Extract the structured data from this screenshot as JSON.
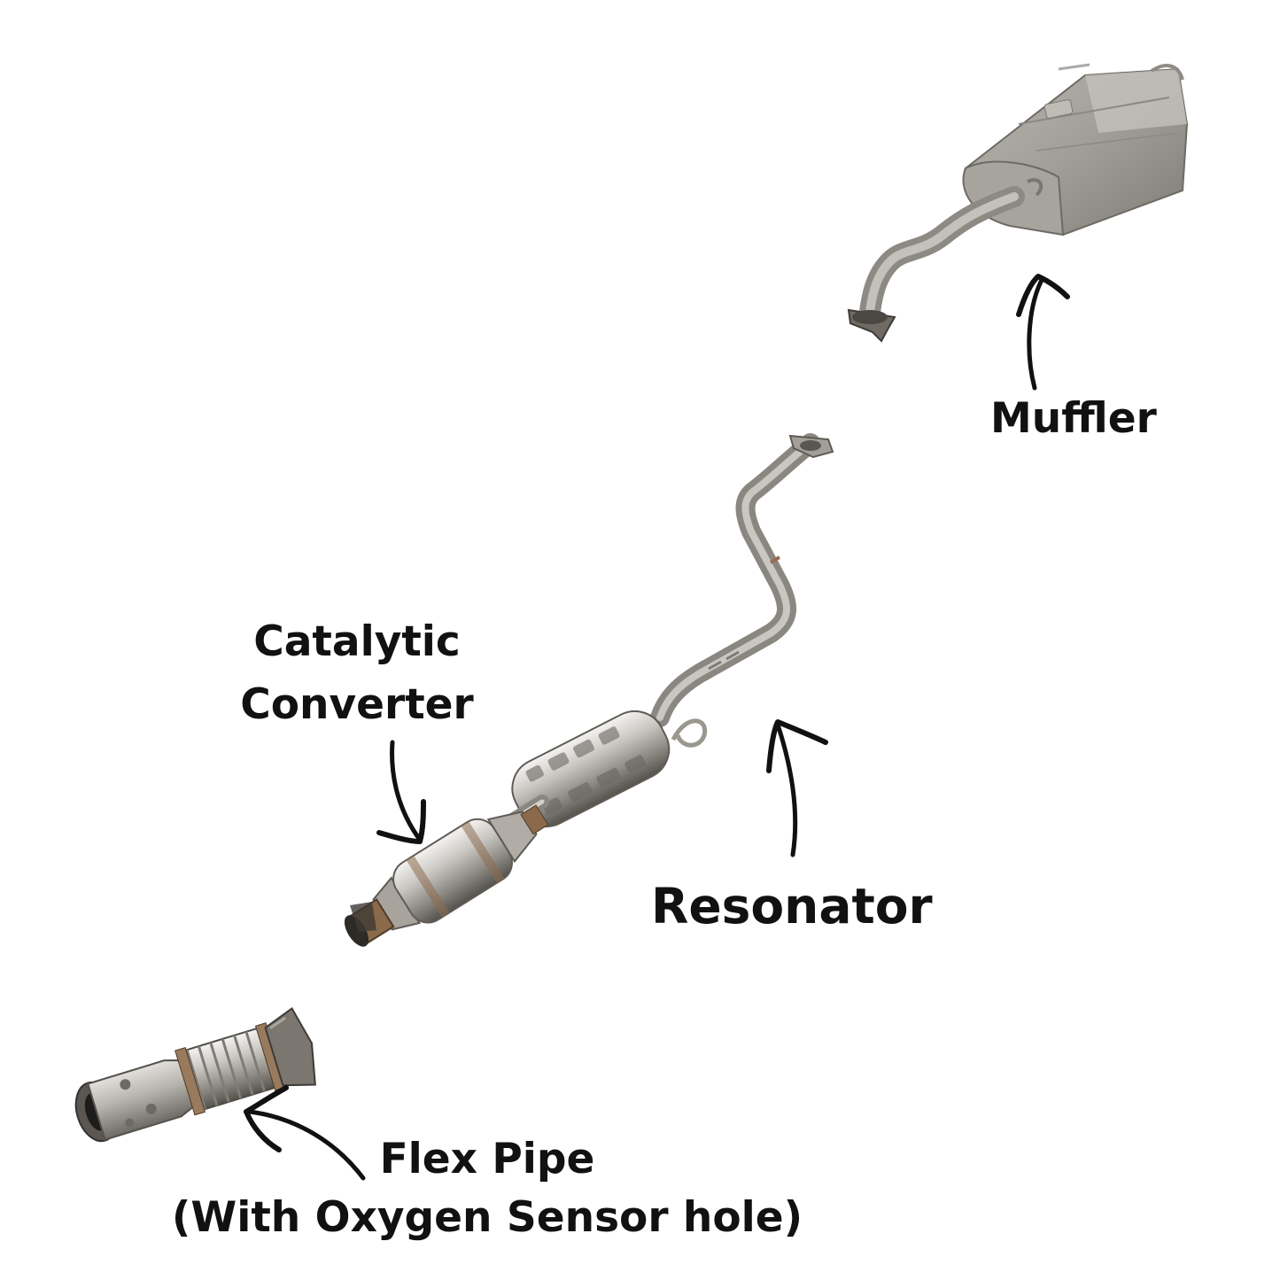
{
  "labels": {
    "muffler": "Muffler",
    "catalytic_line1": "Catalytic",
    "catalytic_line2": "Converter",
    "resonator": "Resonator",
    "flex_line1": "Flex Pipe",
    "flex_line2": "(With Oxygen Sensor hole)"
  },
  "colors": {
    "metal_light": "#c9c7c2",
    "metal_mid": "#9e9b95",
    "metal_dark": "#5f5c57",
    "rust": "#8a6a4a",
    "arrow": "#111111"
  }
}
